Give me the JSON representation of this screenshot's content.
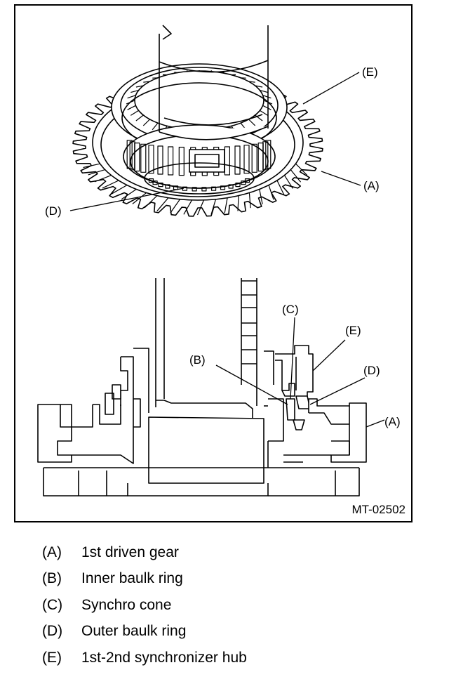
{
  "figure": {
    "code": "MT-02502",
    "top_callouts": {
      "e": "(E)",
      "a": "(A)",
      "d": "(D)"
    },
    "bottom_callouts": {
      "c": "(C)",
      "e": "(E)",
      "b": "(B)",
      "d": "(D)",
      "a": "(A)"
    }
  },
  "legend": [
    {
      "key": "(A)",
      "text": "1st driven gear"
    },
    {
      "key": "(B)",
      "text": "Inner baulk ring"
    },
    {
      "key": "(C)",
      "text": "Synchro cone"
    },
    {
      "key": "(D)",
      "text": "Outer baulk ring"
    },
    {
      "key": "(E)",
      "text": "1st-2nd synchronizer hub"
    }
  ]
}
